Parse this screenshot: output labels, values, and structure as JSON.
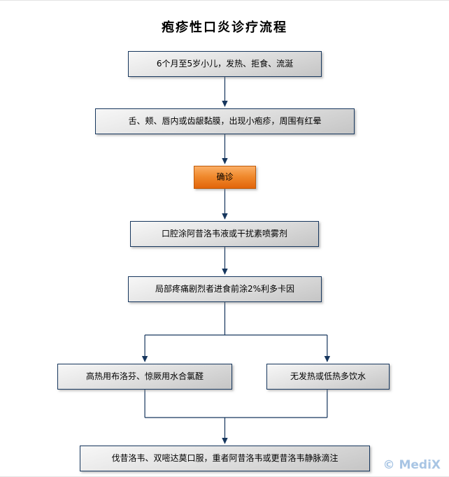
{
  "title": "疱疹性口炎诊疗流程",
  "nodes": {
    "step1": {
      "label": "6个月至5岁小儿，发热、拒食、流涎"
    },
    "step2": {
      "label": "舌、颊、唇内或齿龈黏膜，出现小疱疹，周围有红晕"
    },
    "diagnosis": {
      "label": "确诊"
    },
    "step3": {
      "label": "口腔涂阿昔洛韦液或干扰素喷雾剂"
    },
    "step4": {
      "label": "局部疼痛剧烈者进食前涂2%利多卡因"
    },
    "branch_left": {
      "label": "高热用布洛芬、惊厥用水合氯醛"
    },
    "branch_right": {
      "label": "无发热或低热多饮水"
    },
    "final": {
      "label": "伐昔洛韦、双嘧达莫口服，重者阿昔洛韦或更昔洛韦静脉滴注"
    }
  },
  "watermark": "© MediX",
  "colors": {
    "box_border": "#17375e",
    "arrow": "#17375e",
    "orange_top": "#fbaf66",
    "orange_bottom": "#e2650a",
    "watermark": "#a8c5e4"
  }
}
